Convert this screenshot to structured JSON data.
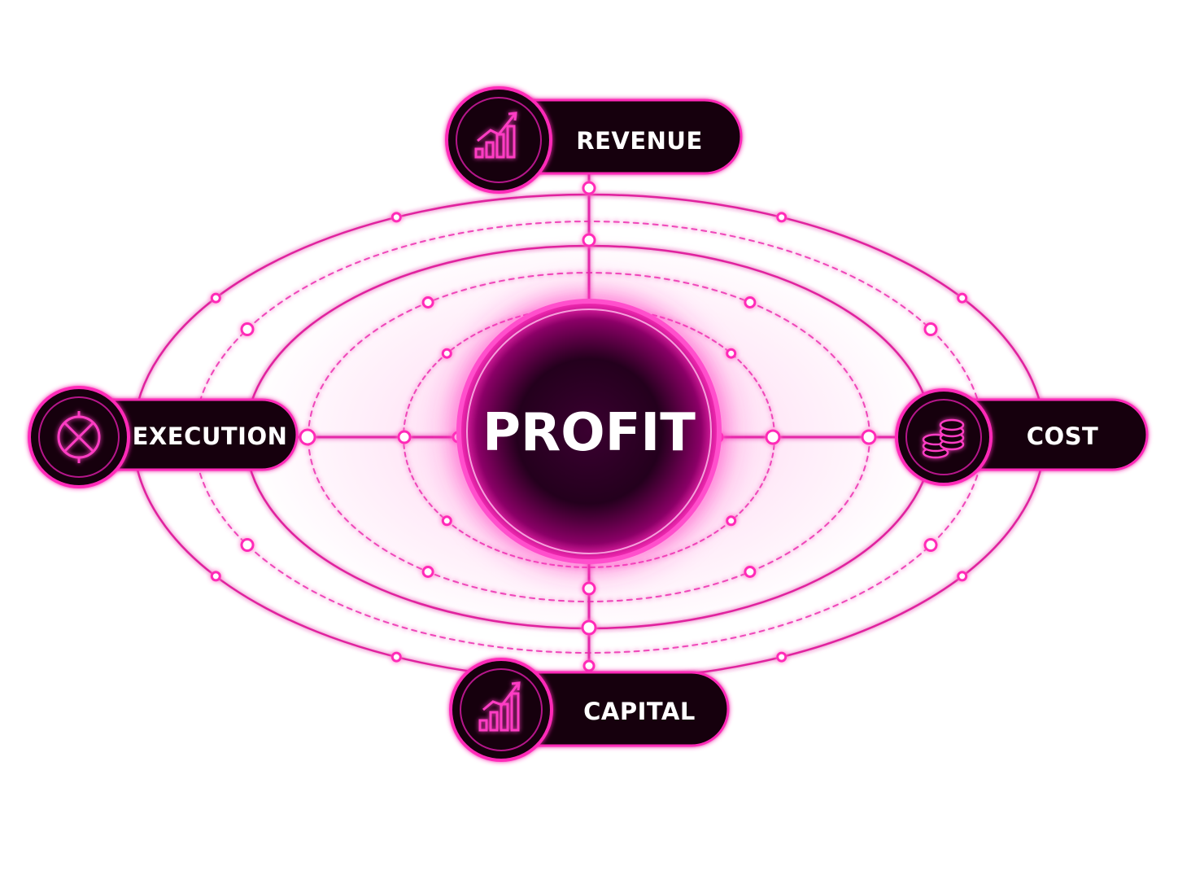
{
  "center": {
    "label": "PROFIT",
    "icon": "glowing-orb"
  },
  "nodes": {
    "revenue": {
      "label": "REVENUE",
      "icon": "growth-chart-icon"
    },
    "execution": {
      "label": "EXECUTION",
      "icon": "target-cross-icon"
    },
    "cost": {
      "label": "COST",
      "icon": "coin-stack-icon"
    },
    "capital": {
      "label": "CAPITAL",
      "icon": "growth-chart-icon"
    }
  },
  "colors": {
    "accent": "#ff1fb4",
    "accent_light": "#ff7ad6",
    "panel": "#14050f",
    "orb_dark": "#2a0022",
    "text": "#ffffff"
  }
}
